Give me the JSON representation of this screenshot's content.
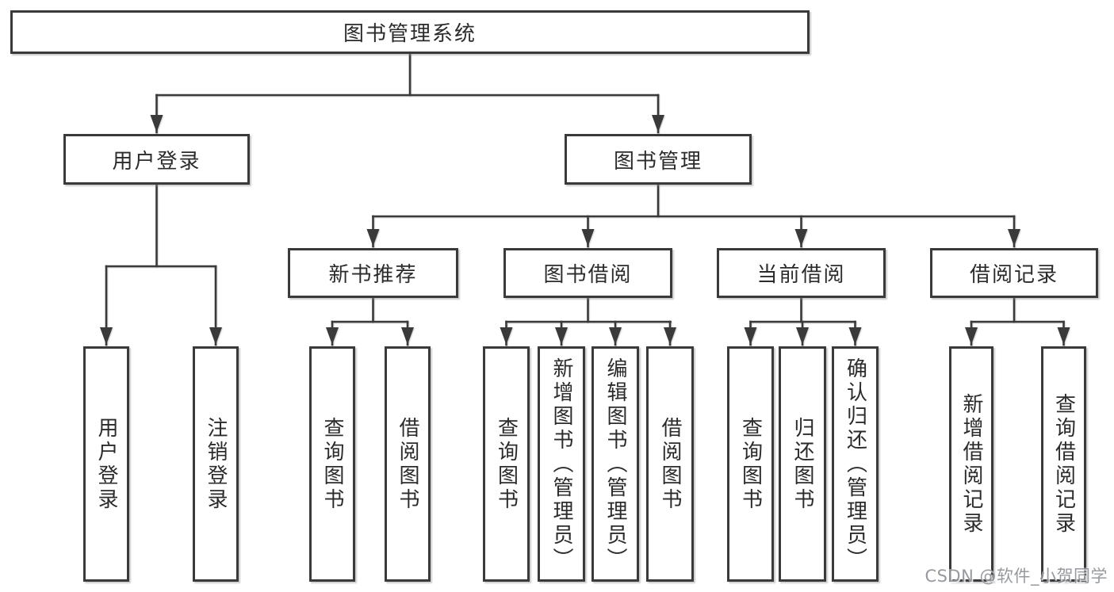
{
  "tree": {
    "root": {
      "label": "图书管理系统",
      "children": [
        {
          "label": "用户登录",
          "children": [
            {
              "label": "用户登录"
            },
            {
              "label": "注销登录"
            }
          ]
        },
        {
          "label": "图书管理",
          "children": [
            {
              "label": "新书推荐",
              "children": [
                {
                  "label": "查询图书"
                },
                {
                  "label": "借阅图书"
                }
              ]
            },
            {
              "label": "图书借阅",
              "children": [
                {
                  "label": "查询图书"
                },
                {
                  "label": "新增图书（管理员）"
                },
                {
                  "label": "编辑图书（管理员）"
                },
                {
                  "label": "借阅图书"
                }
              ]
            },
            {
              "label": "当前借阅",
              "children": [
                {
                  "label": "查询图书"
                },
                {
                  "label": "归还图书"
                },
                {
                  "label": "确认归还（管理员）"
                }
              ]
            },
            {
              "label": "借阅记录",
              "children": [
                {
                  "label": "新增借阅记录"
                },
                {
                  "label": "查询借阅记录"
                }
              ]
            }
          ]
        }
      ]
    }
  },
  "watermark": {
    "text": "CSDN @软件_小贺同学"
  },
  "colors": {
    "line": "#3a3a3a",
    "text": "#2b2b2b",
    "background": "#ffffff",
    "watermark_gray": "#888c92"
  }
}
